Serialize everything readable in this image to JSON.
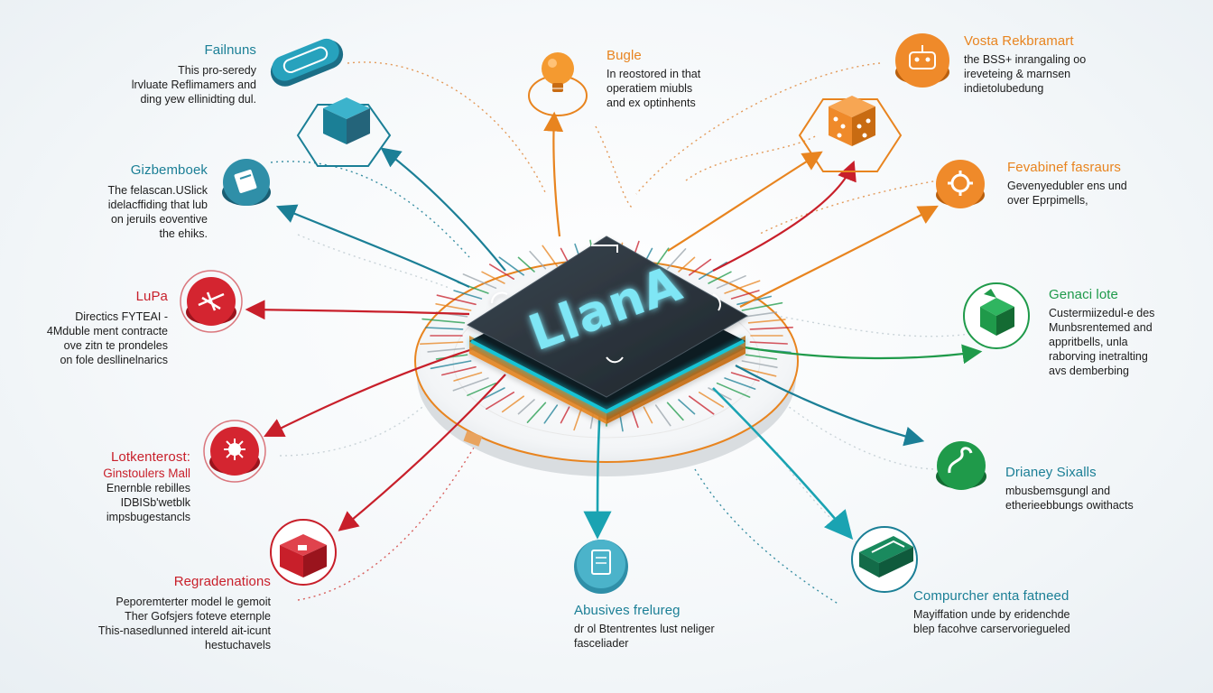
{
  "center": {
    "chip_label": "LlanA"
  },
  "colors": {
    "teal": "#1b7f96",
    "orange": "#e8841f",
    "red": "#c81f2a",
    "green": "#1f9a4a",
    "dark": "#222a31",
    "cyan": "#19c4d6"
  },
  "nodes": {
    "failnuns": {
      "title": "Failnuns",
      "lines": [
        "This pro-seredy",
        "lrvluate Reflimamers and",
        "ding yew ellinidting dul."
      ],
      "icon": "pill-badge-icon"
    },
    "cube": {
      "icon": "cube-icon"
    },
    "gizbemboek": {
      "title": "Gizbemboek",
      "lines": [
        "The felascan.USlick",
        "idelacffiding that lub",
        "on jeruils eoventive",
        "the ehiks."
      ],
      "icon": "book-icon"
    },
    "lupa": {
      "title": "LuPa",
      "lines": [
        "Directics FYTEAI -",
        "4Mduble ment contracte",
        "ove zitn te prondeles",
        "on fole desllinelnarics"
      ],
      "icon": "toolbox-icon"
    },
    "lotkenterost": {
      "title": "Lotkenterost:",
      "subtitle": "Ginstoulers Mall",
      "lines": [
        "Enernble rebilles",
        "IDBISb'wetblk",
        "impsbugestancls"
      ],
      "icon": "virus-icon"
    },
    "regradenations": {
      "title": "Regradenations",
      "lines": [
        "Peporemterter model le gemoit",
        "Ther Gofsjers foteve eternple",
        "This-nasedlunned intereld ait-icunt",
        "hestuchavels"
      ],
      "icon": "box-icon"
    },
    "abusives": {
      "title": "Abusives frelureg",
      "lines": [
        "dr ol Btentrentes lust neliger",
        "fasceliader"
      ],
      "icon": "document-icon"
    },
    "compurcher": {
      "title": "Compurcher enta fatneed",
      "lines": [
        "Mayiffation unde by eridenchde",
        "blep facohve carservoriegueled"
      ],
      "icon": "envelope-icon"
    },
    "drianey": {
      "title": "Drianey Sixalls",
      "lines": [
        "mbusbemsgungl and",
        "etherieebbungs owithacts"
      ],
      "icon": "snake-icon"
    },
    "genaci": {
      "title": "Genaci lote",
      "lines": [
        "Custermiizedul-e des",
        "Munbsrentemed and",
        "appritbells, unla",
        "raborving inetralting",
        "avs demberbing"
      ],
      "icon": "package-icon"
    },
    "fevabinef": {
      "title": "Fevabinef fasraurs",
      "lines": [
        "Gevenyedubler ens und",
        "over Eprpimells,"
      ],
      "icon": "gear-icon"
    },
    "dice": {
      "icon": "dice-icon"
    },
    "vosta": {
      "title": "Vosta Rekbramart",
      "lines": [
        "the BSS+ inrangaling oo",
        "ireveteing & marnsen",
        "indietolubedung"
      ],
      "icon": "robot-icon"
    },
    "bugle": {
      "title": "Bugle",
      "lines": [
        "In reostored in that",
        "operatiem miubls",
        "and ex optinhents"
      ],
      "icon": "lightbulb-icon"
    }
  }
}
